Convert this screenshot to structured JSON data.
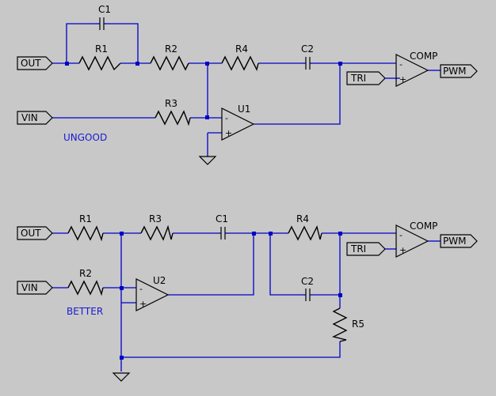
{
  "colors": {
    "background": "#c8c8c8",
    "wire": "#0000c8",
    "component": "#000000",
    "note": "#1a1ad2"
  },
  "top_circuit": {
    "note": "UNGOOD",
    "ports": {
      "out": "OUT",
      "vin": "VIN",
      "tri": "TRI",
      "pwm": "PWM"
    },
    "components": {
      "c1": "C1",
      "r1": "R1",
      "r2": "R2",
      "r3": "R3",
      "r4": "R4",
      "c2": "C2",
      "opamp": "U1",
      "comparator": "COMP"
    }
  },
  "bottom_circuit": {
    "note": "BETTER",
    "ports": {
      "out": "OUT",
      "vin": "VIN",
      "tri": "TRI",
      "pwm": "PWM"
    },
    "components": {
      "r1": "R1",
      "r2": "R2",
      "r3": "R3",
      "c1": "C1",
      "r4": "R4",
      "c2": "C2",
      "r5": "R5",
      "opamp": "U2",
      "comparator": "COMP"
    }
  },
  "pin_marks": {
    "minus": "-",
    "plus": "+"
  }
}
